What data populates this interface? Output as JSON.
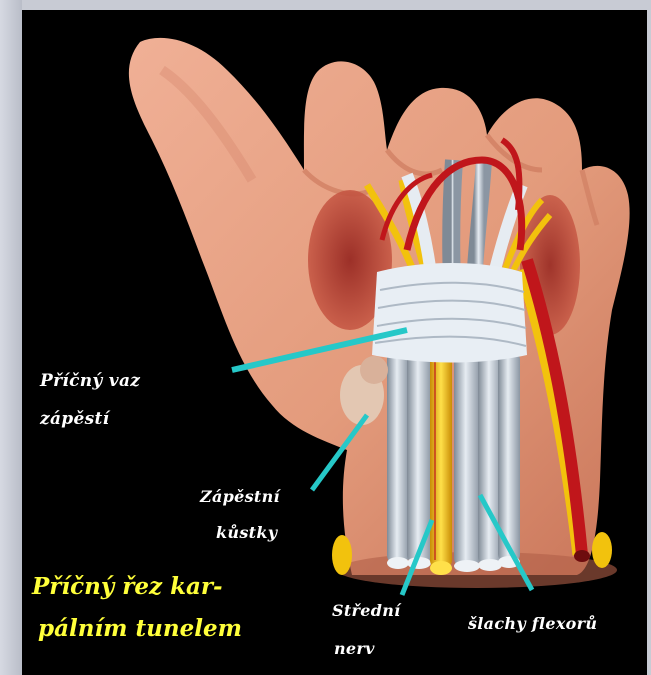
{
  "labels": {
    "transverse_ligament_line1": "Příčný vaz",
    "transverse_ligament_line2": "zápěstí",
    "carpal_bones_line1": "Zápěstní",
    "carpal_bones_line2": "kůstky",
    "median_nerve_line1": "Střední",
    "median_nerve_line2": "nerv",
    "flexor_tendons": "šlachy flexorů"
  },
  "caption": {
    "line1": "Příčný řez kar-",
    "line2": "pálním tunelem"
  },
  "colors": {
    "background": "#000000",
    "frame": "#c8cbd4",
    "skin": "#e9a283",
    "skin_shadow": "#c9735a",
    "muscle": "#b2332b",
    "ligament": "#e8eef4",
    "tendon": "#c5ced8",
    "artery": "#c0161b",
    "nerve": "#f2c20d",
    "pointer": "#26c8c8",
    "caption_text": "#ffff3a",
    "label_text": "#ffffff"
  }
}
